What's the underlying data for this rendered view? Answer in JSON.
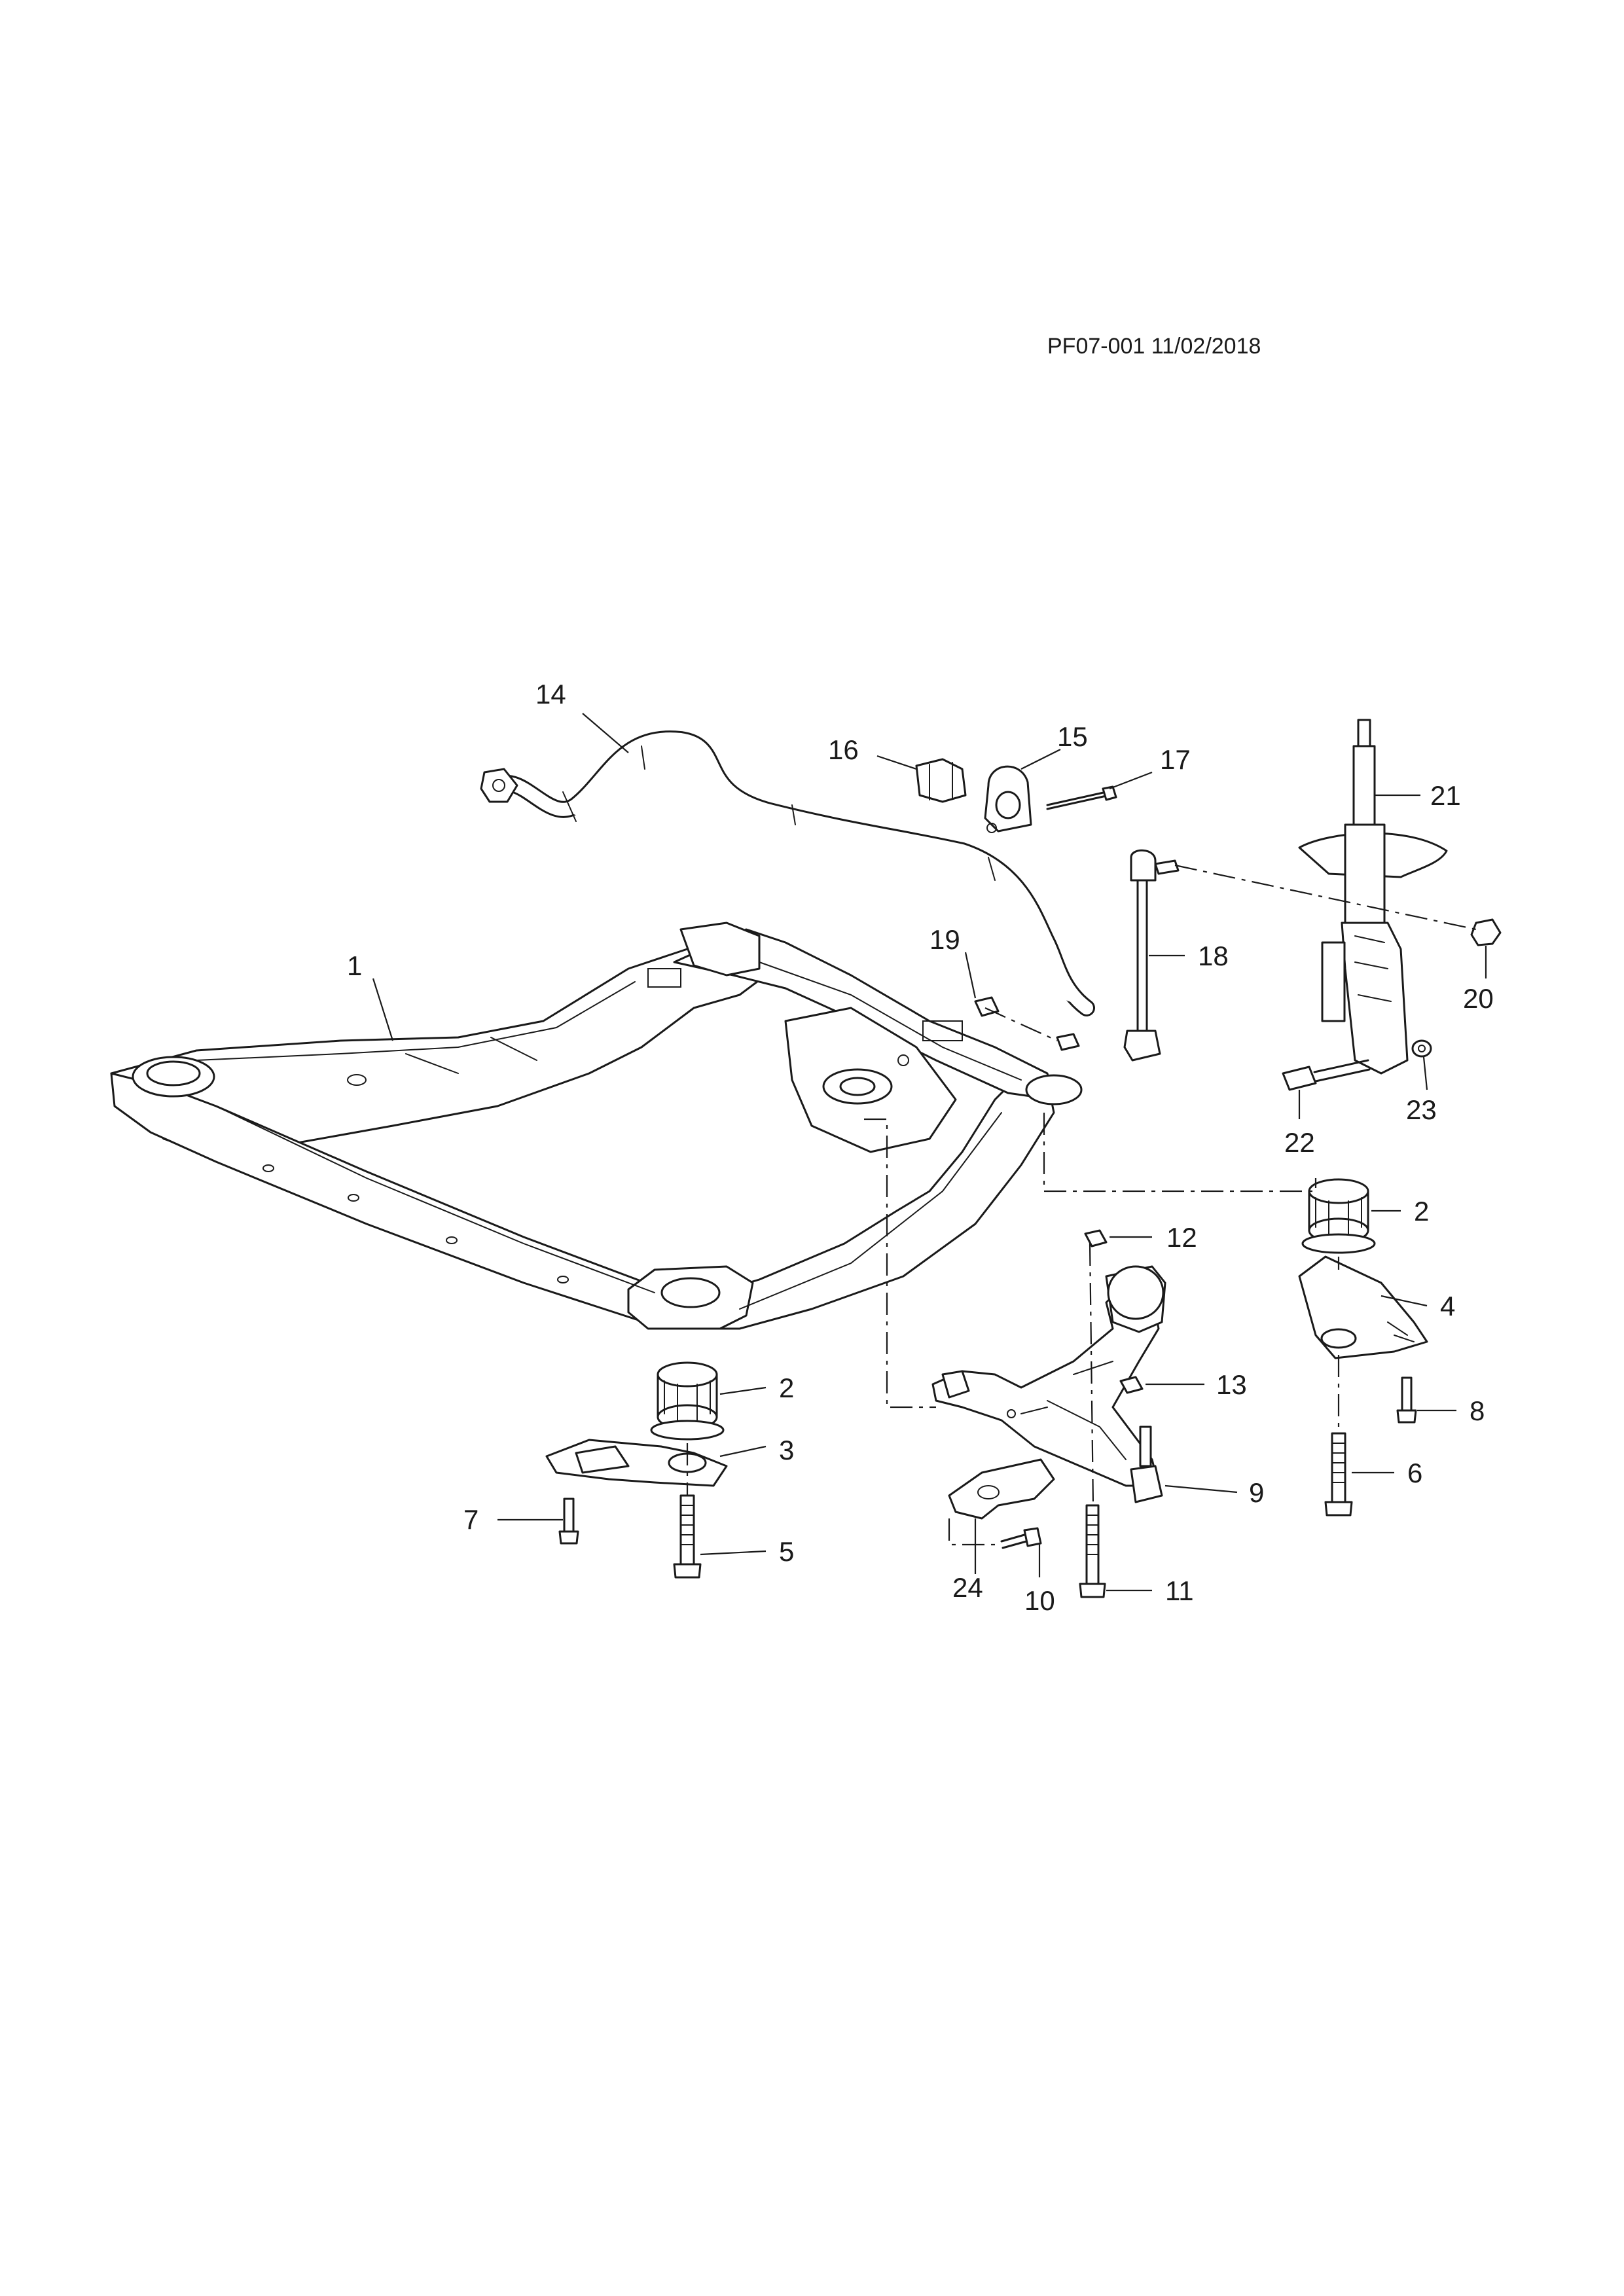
{
  "drawing_code": "PF07-001 11/02/2018",
  "callouts": {
    "c1": "1",
    "c2a": "2",
    "c2b": "2",
    "c3": "3",
    "c4": "4",
    "c5": "5",
    "c6": "6",
    "c7": "7",
    "c8": "8",
    "c9": "9",
    "c10": "10",
    "c11": "11",
    "c12": "12",
    "c13": "13",
    "c14": "14",
    "c15": "15",
    "c16": "16",
    "c17": "17",
    "c18": "18",
    "c19": "19",
    "c20": "20",
    "c21": "21",
    "c22": "22",
    "c23": "23",
    "c24": "24"
  }
}
